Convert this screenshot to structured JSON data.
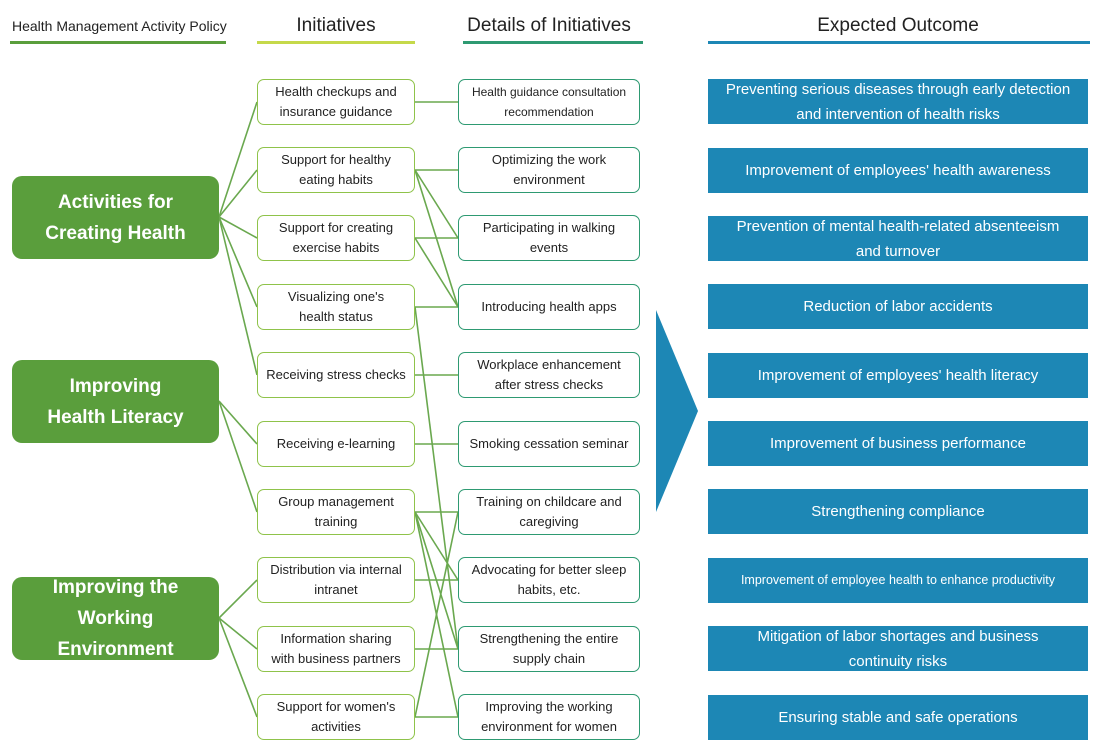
{
  "headers": {
    "policy": "Health Management Activity Policy",
    "initiatives": "Initiatives",
    "details": "Details of Initiatives",
    "outcome": "Expected Outcome"
  },
  "colors": {
    "policy_green": "#5a9e3c",
    "initiative_border": "#8fc34a",
    "detail_border": "#2e9a72",
    "outcome_blue": "#1d87b5",
    "link_green": "#6aa84f"
  },
  "policies": [
    "Activities for\nCreating Health",
    "Improving\nHealth Literacy",
    "Improving the\nWorking    Environment"
  ],
  "initiatives": [
    "Health checkups and\ninsurance guidance",
    "Support for healthy\neating habits",
    "Support for creating\nexercise habits",
    "Visualizing one's\nhealth status",
    "Receiving stress checks",
    "Receiving e-learning",
    "Group management\ntraining",
    "Distribution via internal\nintranet",
    "Information sharing\nwith business partners",
    "Support for women's\nactivities"
  ],
  "details": [
    "Health guidance consultation\nrecommendation",
    "Optimizing the work\nenvironment",
    "Participating in walking\nevents",
    "Introducing health apps",
    "Workplace enhancement\nafter stress checks",
    "Smoking cessation seminar",
    "Training on childcare and\ncaregiving",
    "Advocating for better sleep\nhabits, etc.",
    "Strengthening the entire\nsupply chain",
    "Improving the working\nenvironment for women"
  ],
  "outcomes": [
    "Preventing serious diseases through early detection\nand intervention of health risks",
    "Improvement of employees' health awareness",
    "Prevention of mental health-related absenteeism\nand turnover",
    "Reduction of labor accidents",
    "Improvement of employees' health literacy",
    "Improvement of business performance",
    "Strengthening compliance",
    "Improvement of employee health to enhance productivity",
    "Mitigation of labor shortages and business\ncontinuity risks",
    "Ensuring stable and safe operations"
  ],
  "policy_links": [
    [
      0,
      0
    ],
    [
      0,
      1
    ],
    [
      0,
      2
    ],
    [
      0,
      3
    ],
    [
      0,
      4
    ],
    [
      1,
      5
    ],
    [
      1,
      6
    ],
    [
      2,
      7
    ],
    [
      2,
      8
    ],
    [
      2,
      9
    ]
  ],
  "initiative_links": [
    [
      0,
      0
    ],
    [
      1,
      1
    ],
    [
      1,
      2
    ],
    [
      1,
      3
    ],
    [
      2,
      2
    ],
    [
      2,
      3
    ],
    [
      3,
      3
    ],
    [
      3,
      8
    ],
    [
      4,
      4
    ],
    [
      5,
      5
    ],
    [
      6,
      6
    ],
    [
      6,
      7
    ],
    [
      6,
      8
    ],
    [
      6,
      9
    ],
    [
      7,
      7
    ],
    [
      8,
      8
    ],
    [
      9,
      6
    ],
    [
      9,
      9
    ]
  ]
}
